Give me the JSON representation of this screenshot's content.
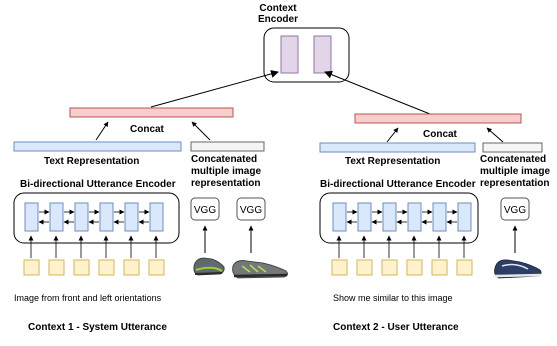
{
  "context_encoder": {
    "line1": "Context",
    "line2": "Encoder"
  },
  "left": {
    "concat_label": "Concat",
    "text_rep_label": "Text Representation",
    "concat_img_line1": "Concatenated",
    "concat_img_line2": "multiple image",
    "concat_img_line3": "representation",
    "encoder_label": "Bi-directional Utterance Encoder",
    "vgg_label_1": "VGG",
    "vgg_label_2": "VGG",
    "caption": "Image from front and left orientations",
    "context_title": "Context 1 - System Utterance"
  },
  "right": {
    "concat_label": "Concat",
    "text_rep_label": "Text Representation",
    "concat_img_line1": "Concatenated",
    "concat_img_line2": "multiple image",
    "concat_img_line3": "representation",
    "encoder_label": "Bi-directional Utterance Encoder",
    "vgg_label": "VGG",
    "caption": "Show me similar to this image",
    "context_title": "Context 2 - User Utterance"
  },
  "colors": {
    "encoder_fill": "#e1d5e7",
    "encoder_stroke": "#9673a6",
    "concat_fill": "#f8cecc",
    "concat_stroke": "#b85450",
    "text_rep_fill": "#dae8fc",
    "text_rep_stroke": "#6c8ebf",
    "img_rep_fill": "#f5f5f5",
    "img_rep_stroke": "#666666",
    "input_fill": "#fff2cc",
    "input_stroke": "#d6b656",
    "lstm_fill": "#dae8fc",
    "lstm_stroke": "#6c8ebf"
  },
  "icons": [
    "shoe-green-gray-icon",
    "shoe-gray-green-icon",
    "shoe-navy-white-icon"
  ]
}
